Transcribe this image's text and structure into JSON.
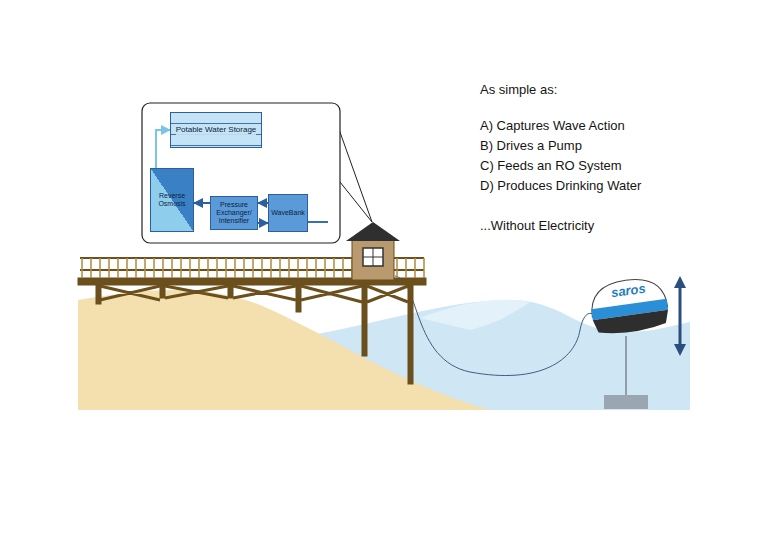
{
  "diagram": {
    "nodes": [
      {
        "text": [
          "Potable Water Storage"
        ]
      },
      {
        "text": [
          "Reverse Osmosis"
        ]
      },
      {
        "text": [
          "Pressure Exchanger/ Intensifier"
        ]
      },
      {
        "text": [
          "WaveBank"
        ]
      }
    ],
    "edges": [
      {
        "from": 1,
        "to": 0,
        "arrow": "to"
      },
      {
        "from": 2,
        "to": 1,
        "arrow": "to"
      },
      {
        "from": 3,
        "to": 2,
        "arrow": "to"
      },
      {
        "from": 2,
        "to": 3,
        "arrow": "to"
      }
    ],
    "labels": [
      "As simple as:",
      "A) Captures Wave Action",
      "B) Drives a Pump",
      "C) Feeds an RO System",
      "D) Produces Drinking Water",
      "...Without Electricity",
      "saros"
    ]
  }
}
